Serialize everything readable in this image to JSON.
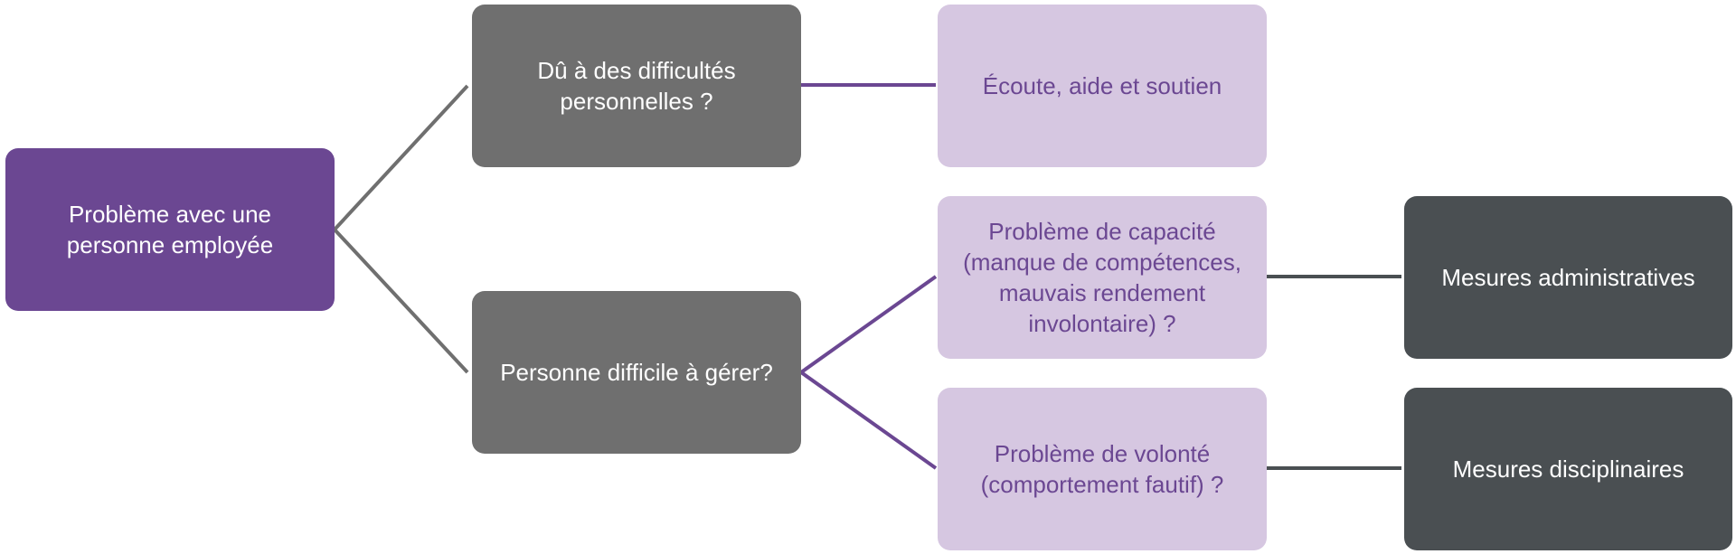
{
  "colors": {
    "root": "#6b4792",
    "question": "#6f6f6f",
    "response": "#d6c7e1",
    "response_text": "#6b4792",
    "measure": "#4a4f52",
    "connector_gray": "#6f6f6f",
    "connector_purple": "#6b4792",
    "connector_dark": "#4a4f52"
  },
  "nodes": {
    "root": "Problème avec une\npersonne employée",
    "personal": "Dû à des difficultés\npersonnelles ?",
    "difficult": "Personne difficile à gérer?",
    "listen": "Écoute, aide et soutien",
    "capacity": "Problème de capacité\n(manque de compétences,\nmauvais rendement\ninvolontaire) ?",
    "will": "Problème de volonté\n(comportement fautif) ?",
    "admin": "Mesures administratives",
    "disciplinary": "Mesures disciplinaires"
  }
}
